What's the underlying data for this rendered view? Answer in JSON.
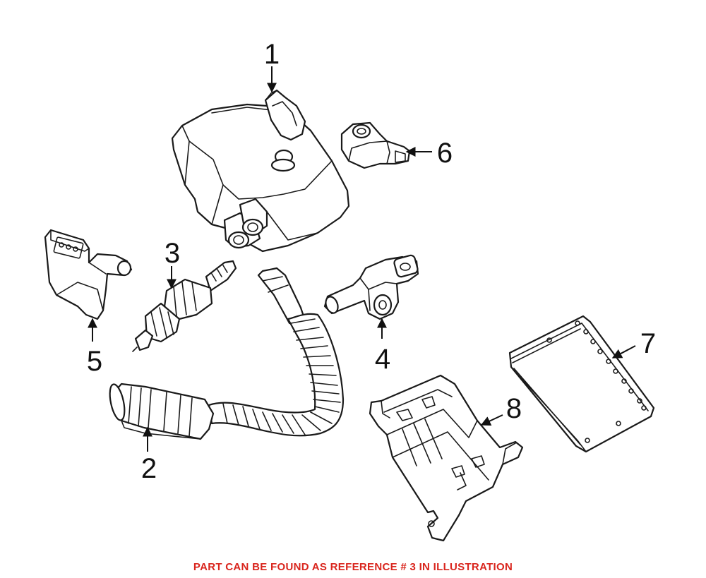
{
  "callouts": [
    {
      "id": "1",
      "label": "1"
    },
    {
      "id": "2",
      "label": "2"
    },
    {
      "id": "3",
      "label": "3"
    },
    {
      "id": "4",
      "label": "4"
    },
    {
      "id": "5",
      "label": "5"
    },
    {
      "id": "6",
      "label": "6"
    },
    {
      "id": "7",
      "label": "7"
    },
    {
      "id": "8",
      "label": "8"
    }
  ],
  "footer_note": "PART CAN BE FOUND AS REFERENCE # 3 IN ILLUSTRATION",
  "colors": {
    "line": "#1a1a1a",
    "note": "#d9251d",
    "background": "#ffffff"
  }
}
